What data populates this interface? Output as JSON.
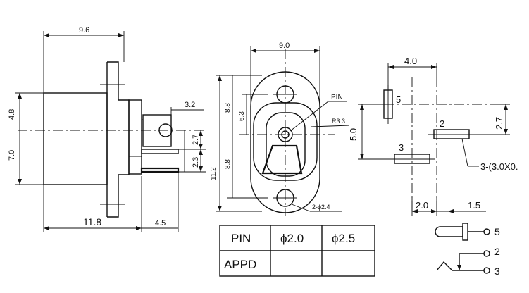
{
  "side_view": {
    "dims": {
      "top_width": "9.6",
      "left_upper": "4.8",
      "left_lower": "7.0",
      "bottom_width": "11.8",
      "bottom_right": "4.5",
      "tab_height": "3.2",
      "pin_upper": "2.7",
      "pin_lower": "2.3"
    }
  },
  "front_view": {
    "dims": {
      "top_width": "9.0",
      "upper_half": "8.8",
      "inner_upper": "6.3",
      "lower_half": "8.8",
      "total_height": "11.2",
      "radius": "R3.3",
      "holes": "2-ϕ2.4",
      "pin_label": "PIN"
    }
  },
  "pcb_layout": {
    "dims": {
      "top": "4.0",
      "vertical_left": "5.0",
      "right": "2.7",
      "bottom_left": "2.0",
      "bottom_right": "1.5",
      "note": "3-(3.0X0.",
      "pad_a": "5",
      "pad_b": "2",
      "pad_c": "3"
    }
  },
  "pin_table": {
    "header": [
      "PIN",
      "ϕ2.0",
      "ϕ2.5"
    ],
    "row": [
      "APPD",
      "",
      ""
    ]
  },
  "schematic": {
    "pins": [
      "5",
      "2",
      "3"
    ]
  }
}
